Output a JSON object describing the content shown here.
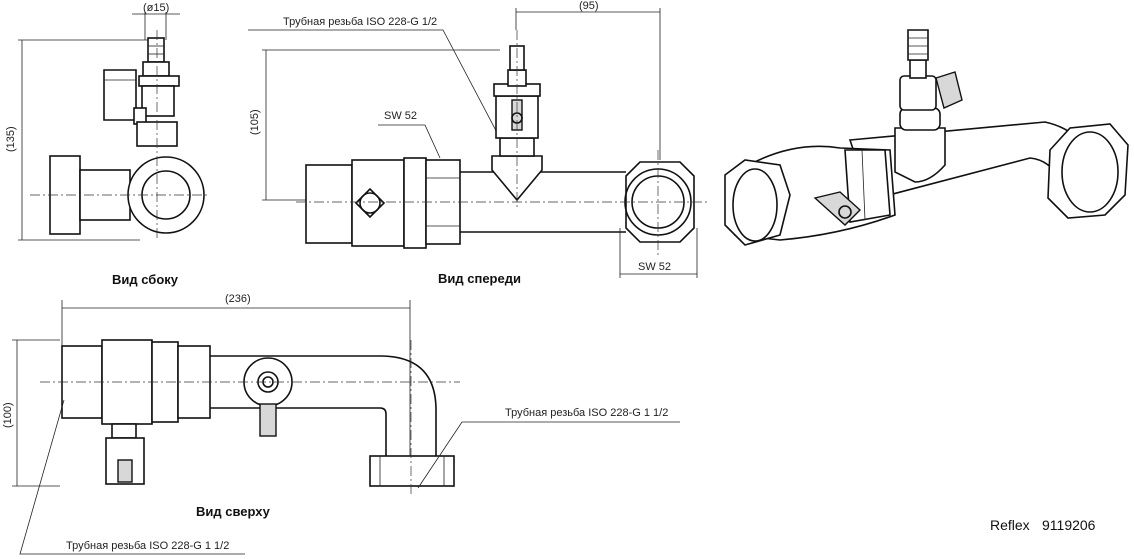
{
  "views": {
    "side": {
      "caption": "Вид сбоку",
      "dim_diameter": "(ø15)",
      "dim_height": "(135)"
    },
    "front": {
      "caption": "Вид спереди",
      "thread_note": "Трубная резьба ISO 228-G 1/2",
      "dim_width": "(95)",
      "dim_height": "(105)",
      "sw_upper": "SW 52",
      "sw_lower": "SW 52"
    },
    "top": {
      "caption": "Вид сверху",
      "dim_length": "(236)",
      "dim_height": "(100)",
      "thread_note_right": "Трубная резьба ISO 228-G 1 1/2",
      "thread_note_left": "Трубная резьба ISO 228-G 1 1/2"
    }
  },
  "brand": {
    "name": "Reflex",
    "code": "9119206"
  }
}
